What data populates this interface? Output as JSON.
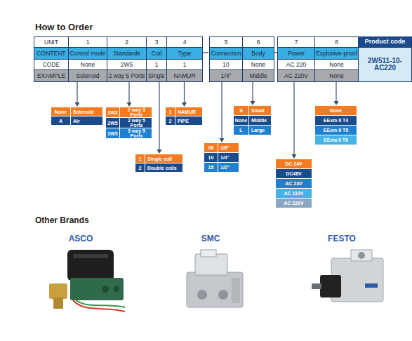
{
  "diagram": {
    "title": "How to Order",
    "nodes": [
      {
        "text": [
          "Solenoid"
        ]
      },
      {
        "text": [
          "2 way 5 Ports"
        ]
      },
      {
        "text": [
          "Single"
        ]
      },
      {
        "text": [
          "NAMUR"
        ]
      },
      {
        "text": [
          "1/4\""
        ]
      },
      {
        "text": [
          "Middle"
        ]
      },
      {
        "text": [
          "AC 220V"
        ]
      },
      {
        "text": [
          "None"
        ]
      },
      {
        "text": [
          "None",
          "Solenoid",
          "A",
          "Air"
        ]
      },
      {
        "text": [
          "2W3",
          "2 way 3 Ports",
          "2W5",
          "2 way 5 Ports",
          "3W5",
          "3 way 5 Ports"
        ]
      },
      {
        "text": [
          "1",
          "Single coil",
          "2",
          "Double coils"
        ]
      },
      {
        "text": [
          "1",
          "NAMUR",
          "2",
          "PIPE"
        ]
      },
      {
        "text": [
          "08",
          "1/8\"",
          "10",
          "1/4\"",
          "15",
          "1/2\""
        ]
      },
      {
        "text": [
          "S",
          "Small",
          "None",
          "Middle",
          "L",
          "Large"
        ]
      },
      {
        "text": [
          "DC 24V",
          "DC48V",
          "AC 24V",
          "AC 110V",
          "AC 220V"
        ]
      },
      {
        "text": [
          "None",
          "EExm II T4",
          "EExm II T5",
          "EExia II T6"
        ]
      }
    ],
    "edges": [
      {
        "from": 0,
        "to": 8,
        "arrow": "to"
      },
      {
        "from": 1,
        "to": 9,
        "arrow": "to"
      },
      {
        "from": 2,
        "to": 10,
        "arrow": "to"
      },
      {
        "from": 3,
        "to": 11,
        "arrow": "to"
      },
      {
        "from": 4,
        "to": 12,
        "arrow": "to"
      },
      {
        "from": 5,
        "to": 13,
        "arrow": "to"
      },
      {
        "from": 6,
        "to": 14,
        "arrow": "to"
      },
      {
        "from": 7,
        "to": 15,
        "arrow": "to"
      }
    ],
    "labels": [
      "UNIT",
      "1",
      "2",
      "3",
      "4",
      "5",
      "6",
      "7",
      "8",
      "Product code",
      "CONTENT",
      "Control mode",
      "Standards",
      "Coil",
      "Type",
      "Connection",
      "Body",
      "Power",
      "Explosive-proof",
      "2W511-10-AC220",
      "CODE",
      "None",
      "2W5",
      "1",
      "1",
      "10",
      "None",
      "AC 220",
      "None",
      "EXAMPLE",
      "Other Brands",
      "ASCO",
      "SMC",
      "FESTO"
    ]
  }
}
